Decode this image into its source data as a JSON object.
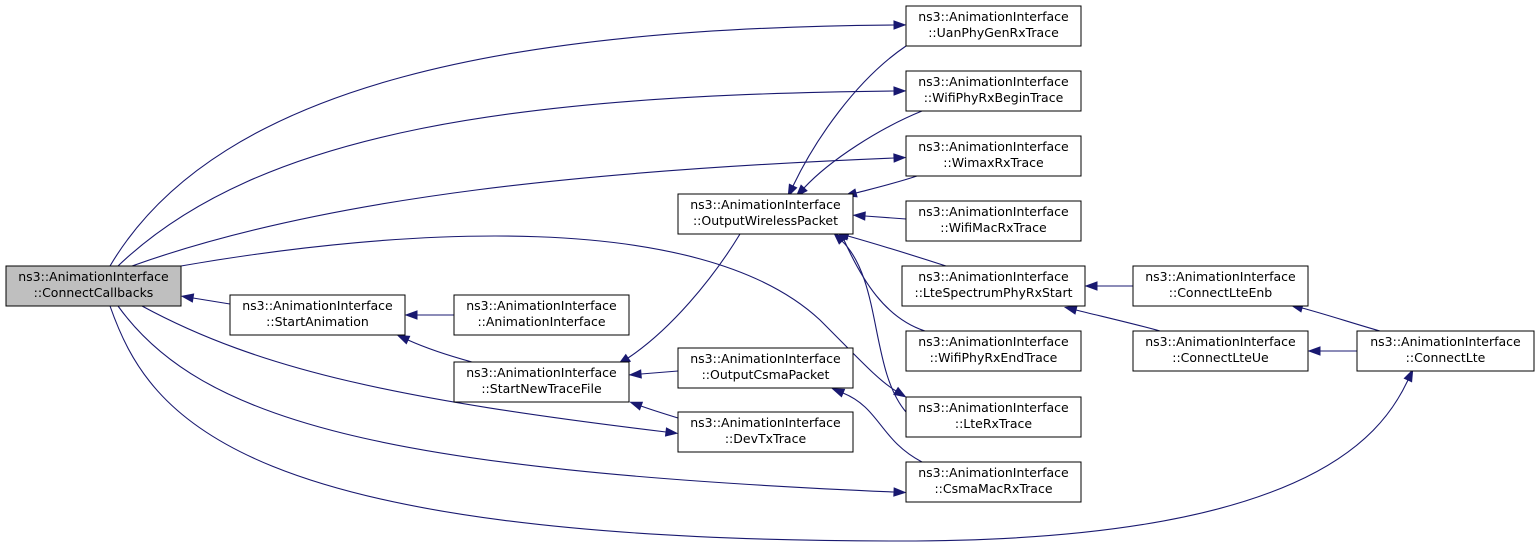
{
  "graph": {
    "nodes": [
      {
        "id": "connect_callbacks",
        "ns": "ns3::AnimationInterface",
        "method": "::ConnectCallbacks",
        "root": true
      },
      {
        "id": "start_animation",
        "ns": "ns3::AnimationInterface",
        "method": "::StartAnimation"
      },
      {
        "id": "animation_interface",
        "ns": "ns3::AnimationInterface",
        "method": "::AnimationInterface"
      },
      {
        "id": "start_new_trace_file",
        "ns": "ns3::AnimationInterface",
        "method": "::StartNewTraceFile"
      },
      {
        "id": "output_wireless_packet",
        "ns": "ns3::AnimationInterface",
        "method": "::OutputWirelessPacket"
      },
      {
        "id": "output_csma_packet",
        "ns": "ns3::AnimationInterface",
        "method": "::OutputCsmaPacket"
      },
      {
        "id": "dev_tx_trace",
        "ns": "ns3::AnimationInterface",
        "method": "::DevTxTrace"
      },
      {
        "id": "uan_phy_gen_rx_trace",
        "ns": "ns3::AnimationInterface",
        "method": "::UanPhyGenRxTrace"
      },
      {
        "id": "wifi_phy_rx_begin_trace",
        "ns": "ns3::AnimationInterface",
        "method": "::WifiPhyRxBeginTrace"
      },
      {
        "id": "wimax_rx_trace",
        "ns": "ns3::AnimationInterface",
        "method": "::WimaxRxTrace"
      },
      {
        "id": "wifi_mac_rx_trace",
        "ns": "ns3::AnimationInterface",
        "method": "::WifiMacRxTrace"
      },
      {
        "id": "lte_spectrum_phy_rx_start",
        "ns": "ns3::AnimationInterface",
        "method": "::LteSpectrumPhyRxStart"
      },
      {
        "id": "wifi_phy_rx_end_trace",
        "ns": "ns3::AnimationInterface",
        "method": "::WifiPhyRxEndTrace"
      },
      {
        "id": "lte_rx_trace",
        "ns": "ns3::AnimationInterface",
        "method": "::LteRxTrace"
      },
      {
        "id": "csma_mac_rx_trace",
        "ns": "ns3::AnimationInterface",
        "method": "::CsmaMacRxTrace"
      },
      {
        "id": "connect_lte_enb",
        "ns": "ns3::AnimationInterface",
        "method": "::ConnectLteEnb"
      },
      {
        "id": "connect_lte_ue",
        "ns": "ns3::AnimationInterface",
        "method": "::ConnectLteUe"
      },
      {
        "id": "connect_lte",
        "ns": "ns3::AnimationInterface",
        "method": "::ConnectLte"
      }
    ],
    "edges": [
      {
        "from": "start_animation",
        "to": "connect_callbacks"
      },
      {
        "from": "animation_interface",
        "to": "start_animation"
      },
      {
        "from": "start_new_trace_file",
        "to": "start_animation"
      },
      {
        "from": "output_wireless_packet",
        "to": "start_new_trace_file"
      },
      {
        "from": "output_csma_packet",
        "to": "start_new_trace_file"
      },
      {
        "from": "dev_tx_trace",
        "to": "start_new_trace_file"
      },
      {
        "from": "uan_phy_gen_rx_trace",
        "to": "output_wireless_packet"
      },
      {
        "from": "wifi_phy_rx_begin_trace",
        "to": "output_wireless_packet"
      },
      {
        "from": "wimax_rx_trace",
        "to": "output_wireless_packet"
      },
      {
        "from": "wifi_mac_rx_trace",
        "to": "output_wireless_packet"
      },
      {
        "from": "lte_spectrum_phy_rx_start",
        "to": "output_wireless_packet"
      },
      {
        "from": "wifi_phy_rx_end_trace",
        "to": "output_wireless_packet"
      },
      {
        "from": "lte_rx_trace",
        "to": "output_wireless_packet"
      },
      {
        "from": "csma_mac_rx_trace",
        "to": "output_csma_packet"
      },
      {
        "from": "connect_lte_enb",
        "to": "lte_spectrum_phy_rx_start"
      },
      {
        "from": "connect_lte_ue",
        "to": "lte_spectrum_phy_rx_start"
      },
      {
        "from": "connect_lte",
        "to": "connect_lte_enb"
      },
      {
        "from": "connect_lte",
        "to": "connect_lte_ue"
      },
      {
        "from": "connect_callbacks",
        "to": "uan_phy_gen_rx_trace"
      },
      {
        "from": "connect_callbacks",
        "to": "wifi_phy_rx_begin_trace"
      },
      {
        "from": "connect_callbacks",
        "to": "wimax_rx_trace"
      },
      {
        "from": "connect_callbacks",
        "to": "lte_rx_trace"
      },
      {
        "from": "connect_callbacks",
        "to": "dev_tx_trace"
      },
      {
        "from": "connect_callbacks",
        "to": "csma_mac_rx_trace"
      },
      {
        "from": "connect_callbacks",
        "to": "connect_lte"
      }
    ]
  },
  "colors": {
    "edge": "#191970",
    "node_fill": "#ffffff",
    "root_fill": "#bfbfbf",
    "border": "#000000"
  }
}
